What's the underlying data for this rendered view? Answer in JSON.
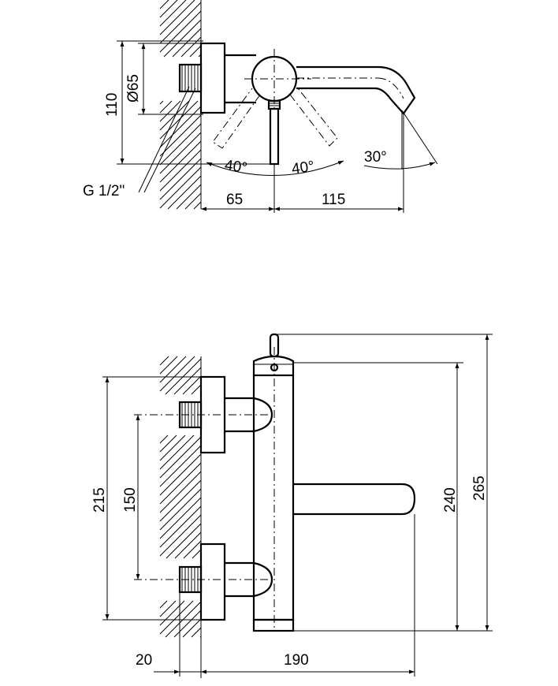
{
  "top_view": {
    "dim_diameter": "Ø65",
    "dim_height": "110",
    "dim_angle_left": "40°",
    "dim_angle_right": "40°",
    "dim_spout_angle": "30°",
    "thread_label": "G 1/2\"",
    "dim_wall_offset": "65",
    "dim_spout_length": "115"
  },
  "front_view": {
    "dim_outer_height": "215",
    "dim_inlet_spacing": "150",
    "dim_spout_height": "240",
    "dim_total_height": "265",
    "dim_thread_depth": "20",
    "dim_total_depth": "190"
  }
}
